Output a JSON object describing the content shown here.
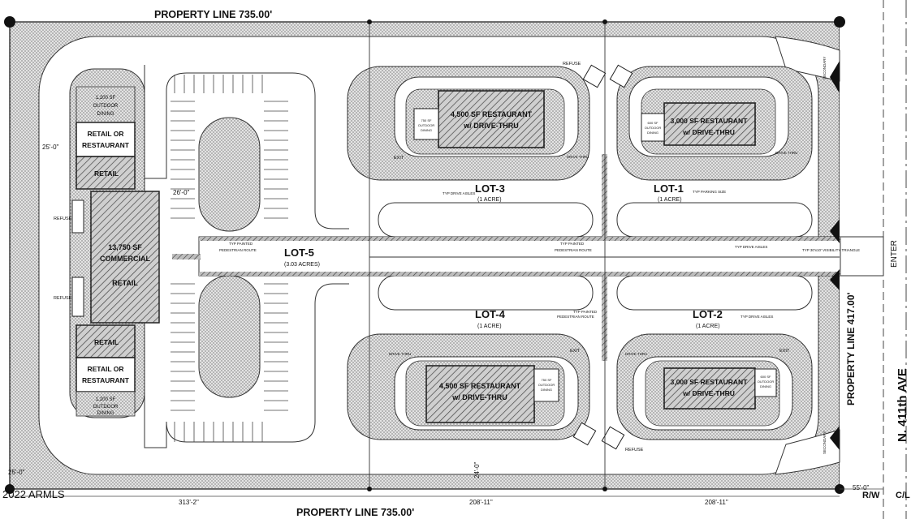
{
  "property_line_top": "PROPERTY LINE  735.00'",
  "property_line_bottom": "PROPERTY LINE  735.00'",
  "property_line_right": "PROPERTY LINE  417.00'",
  "street_name": "N. 411th AVE",
  "enter_label": "ENTER",
  "rw_label": "R/W",
  "cl_label": "C/L",
  "watermark": "2022 ARMLS",
  "lots": {
    "lot5": {
      "name": "LOT-5",
      "area": "(3.03 ACRES)"
    },
    "lot3": {
      "name": "LOT-3",
      "area": "(1 ACRE)"
    },
    "lot1": {
      "name": "LOT-1",
      "area": "(1 ACRE)"
    },
    "lot4": {
      "name": "LOT-4",
      "area": "(1 ACRE)"
    },
    "lot2": {
      "name": "LOT-2",
      "area": "(1 ACRE)"
    }
  },
  "buildings": {
    "outdoor_top": [
      "1,200 SF",
      "OUTDOOR",
      "DINING"
    ],
    "retail_rest_top": [
      "RETAIL OR",
      "RESTAURANT"
    ],
    "retail_top": "RETAIL",
    "commercial": [
      "13,750 SF",
      "COMMERCIAL",
      "RETAIL"
    ],
    "retail_bottom": "RETAIL",
    "retail_rest_bottom": [
      "RETAIL OR",
      "RESTAURANT"
    ],
    "outdoor_bottom": [
      "1,200 SF",
      "OUTDOOR",
      "DINING"
    ],
    "rest_lot3": [
      "4,500 SF RESTAURANT",
      "w/ DRIVE-THRU"
    ],
    "rest_lot1": [
      "3,000 SF RESTAURANT",
      "w/ DRIVE-THRU"
    ],
    "rest_lot4": [
      "4,500 SF RESTAURANT",
      "w/ DRIVE-THRU"
    ],
    "rest_lot2": [
      "3,000 SF RESTAURANT",
      "w/ DRIVE-THRU"
    ],
    "dining_lot3": [
      "750 SF",
      "OUTDOOR",
      "DINING"
    ],
    "dining_lot1": [
      "600 SF",
      "OUTDOOR",
      "DINING"
    ],
    "dining_lot4": [
      "750 SF",
      "OUTDOOR",
      "DINING"
    ],
    "dining_lot2": [
      "600 SF",
      "OUTDOOR",
      "DINING"
    ]
  },
  "notes": {
    "refuse": "REFUSE",
    "exit": "EXIT",
    "drive_thru": "DRIVE THRU",
    "typ_drive_aisles": "TYP DRIVE AISLES",
    "typ_parking_size": "TYP PARKING SIZE",
    "typ_painted_ped": [
      "TYP PAINTED",
      "PEDESTRIAN ROUTE"
    ],
    "visibility": "TYP 30'x10' VISIBILITY TRIANGLE",
    "secondary_access": [
      "SECONDARY",
      "R. SERVICE",
      "ACCESS"
    ]
  },
  "dimensions": {
    "d25": "25'-0\"",
    "d26": "26'-0\"",
    "d25b": "25'-0\"",
    "d313": "313'-2\"",
    "d208a": "208'-11\"",
    "d208b": "208'-11\"",
    "d55": "55'-0\"",
    "d24": "24'-0\""
  }
}
